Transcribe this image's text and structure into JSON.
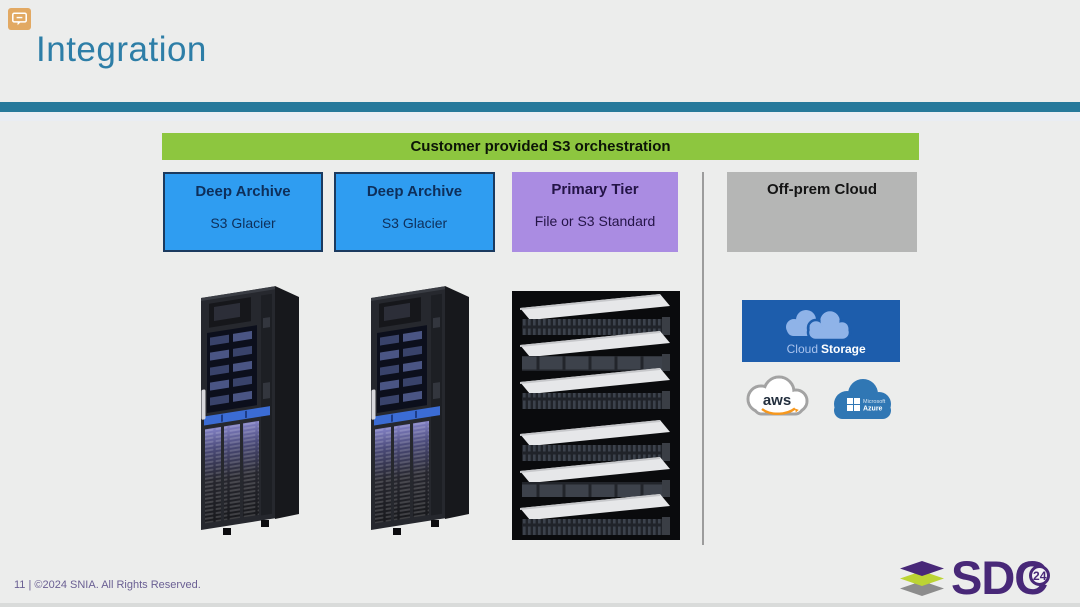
{
  "header": {
    "title": "Integration"
  },
  "banner": {
    "label": "Customer provided S3 orchestration"
  },
  "boxes": [
    {
      "title": "Deep Archive",
      "subtitle": "S3 Glacier",
      "color": "#2f9df1"
    },
    {
      "title": "Deep Archive",
      "subtitle": "S3 Glacier",
      "color": "#2f9df1"
    },
    {
      "title": "Primary Tier",
      "subtitle": "File or S3 Standard",
      "color": "#aa8ce2"
    },
    {
      "title": "Off-prem Cloud",
      "subtitle": "",
      "color": "#b5b6b5"
    }
  ],
  "cloud_logos": {
    "storage_banner": {
      "word_light": "Cloud",
      "word_bold": "Storage"
    },
    "aws": {
      "label": "aws"
    },
    "azure": {
      "line1": "Microsoft",
      "line2": "Azure"
    }
  },
  "footer": {
    "copyright": "11 | ©2024 SNIA. All Rights Reserved."
  },
  "logo": {
    "wordmark": "SDC",
    "badge": "24"
  },
  "colors": {
    "accent_teal": "#26799b",
    "title_teal": "#2d7ea7",
    "banner_green": "#8dc63f",
    "box_blue": "#2f9df1",
    "box_purple": "#aa8ce2",
    "box_gray": "#b5b6b5",
    "cloud_banner_blue": "#1d5dac",
    "azure_blue": "#3077b4",
    "aws_orange": "#f7981d",
    "logo_purple": "#482878"
  }
}
